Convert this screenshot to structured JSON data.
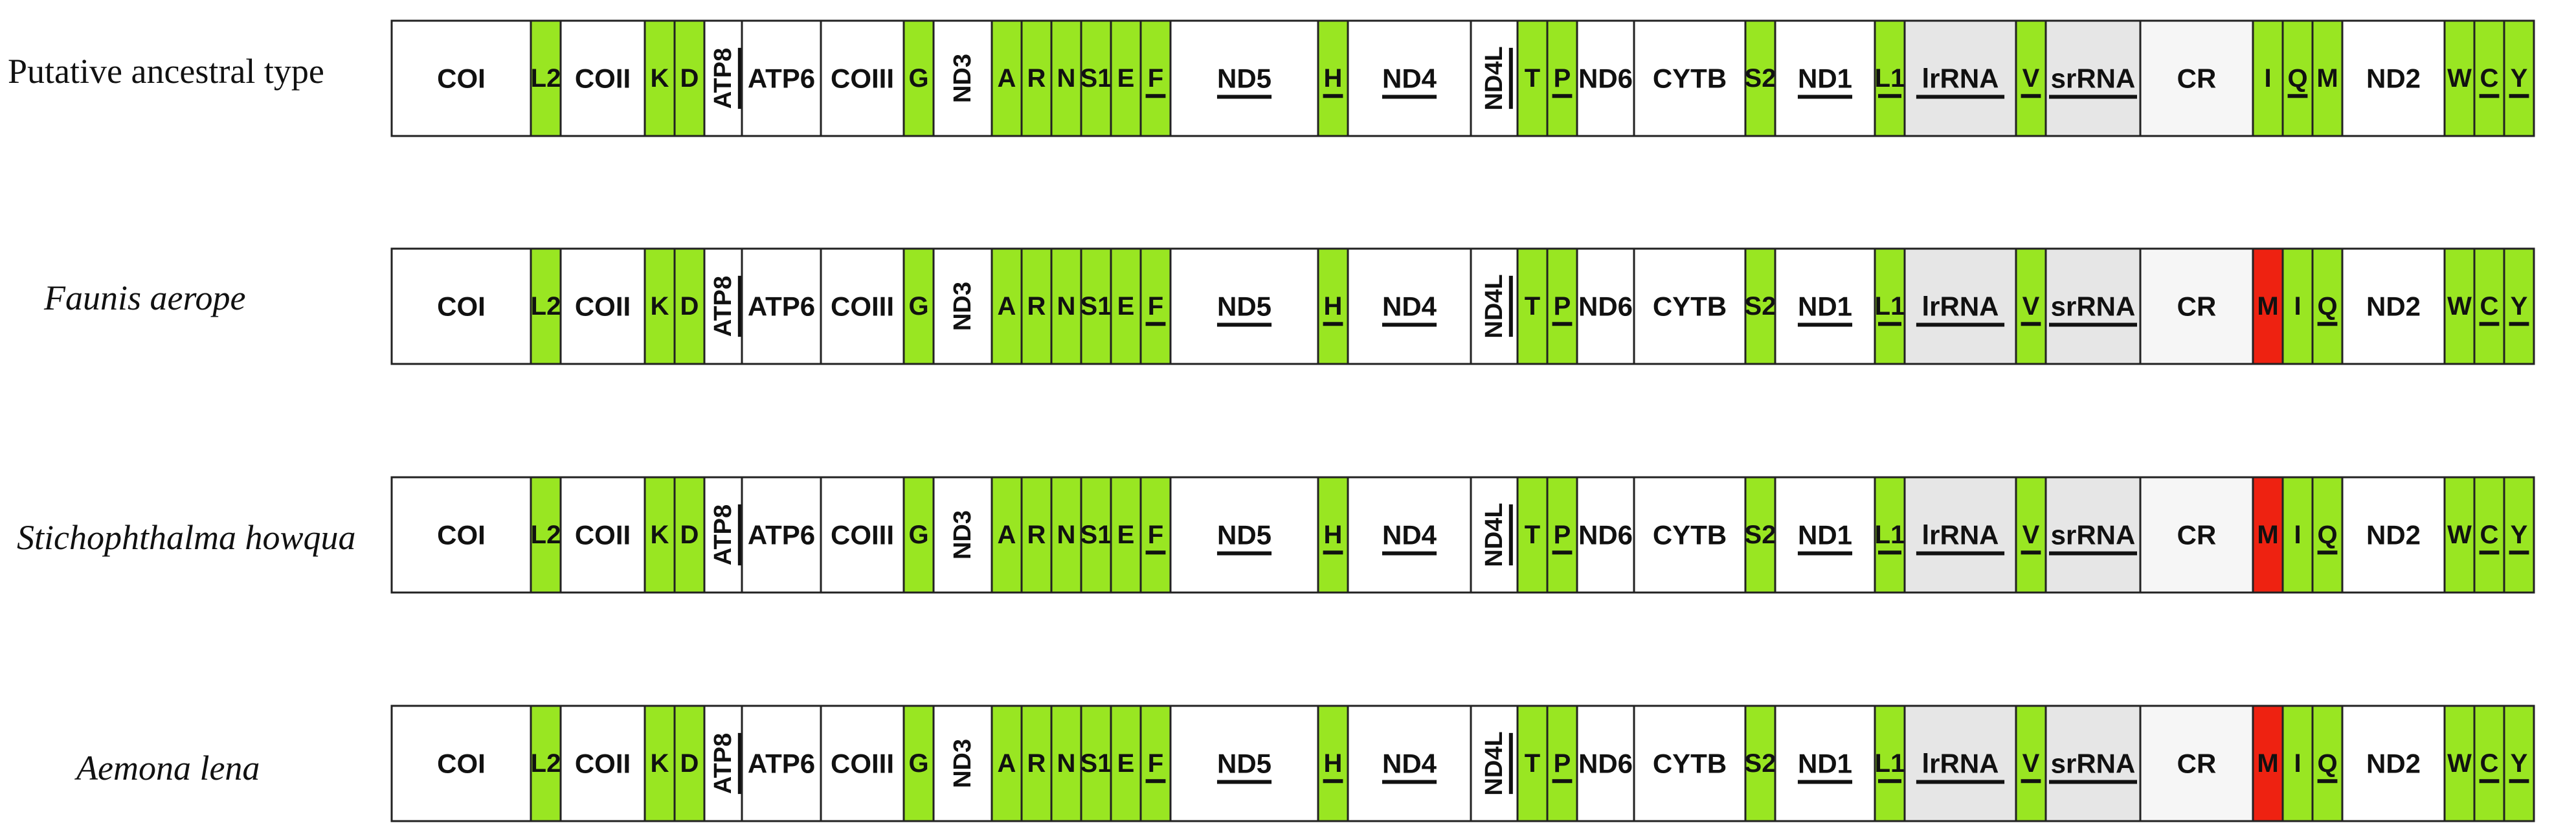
{
  "colors": {
    "trna": "#99e622",
    "rearranged": "#ee2211",
    "protein": "#ffffff",
    "rrna": "#e6e6e6",
    "control_region": "#f6f6f6",
    "border": "#222222",
    "text": "#111111"
  },
  "rows": [
    {
      "label": "Putative ancestral type",
      "italic": false,
      "genes": [
        {
          "name": "COI",
          "type": "protein"
        },
        {
          "name": "L2",
          "type": "trna"
        },
        {
          "name": "COII",
          "type": "protein"
        },
        {
          "name": "K",
          "type": "trna"
        },
        {
          "name": "D",
          "type": "trna"
        },
        {
          "name": "ATP8",
          "type": "protein",
          "vertical": true,
          "underline": true
        },
        {
          "name": "ATP6",
          "type": "protein"
        },
        {
          "name": "COIII",
          "type": "protein"
        },
        {
          "name": "G",
          "type": "trna"
        },
        {
          "name": "ND3",
          "type": "protein",
          "vertical": true
        },
        {
          "name": "A",
          "type": "trna"
        },
        {
          "name": "R",
          "type": "trna"
        },
        {
          "name": "N",
          "type": "trna"
        },
        {
          "name": "S1",
          "type": "trna"
        },
        {
          "name": "E",
          "type": "trna"
        },
        {
          "name": "F",
          "type": "trna",
          "underline": true
        },
        {
          "name": "ND5",
          "type": "protein",
          "underline": true
        },
        {
          "name": "H",
          "type": "trna",
          "underline": true
        },
        {
          "name": "ND4",
          "type": "protein",
          "underline": true
        },
        {
          "name": "ND4L",
          "type": "protein",
          "vertical": true,
          "underline": true
        },
        {
          "name": "T",
          "type": "trna"
        },
        {
          "name": "P",
          "type": "trna",
          "underline": true
        },
        {
          "name": "ND6",
          "type": "protein"
        },
        {
          "name": "CYTB",
          "type": "protein"
        },
        {
          "name": "S2",
          "type": "trna"
        },
        {
          "name": "ND1",
          "type": "protein",
          "underline": true
        },
        {
          "name": "L1",
          "type": "trna",
          "underline": true
        },
        {
          "name": "lrRNA",
          "type": "rrna",
          "underline": true
        },
        {
          "name": "V",
          "type": "trna",
          "underline": true
        },
        {
          "name": "srRNA",
          "type": "rrna",
          "underline": true
        },
        {
          "name": "CR",
          "type": "control"
        },
        {
          "name": "I",
          "type": "trna"
        },
        {
          "name": "Q",
          "type": "trna",
          "underline": true
        },
        {
          "name": "M",
          "type": "trna"
        },
        {
          "name": "ND2",
          "type": "protein"
        },
        {
          "name": "W",
          "type": "trna"
        },
        {
          "name": "C",
          "type": "trna",
          "underline": true
        },
        {
          "name": "Y",
          "type": "trna",
          "underline": true
        }
      ]
    },
    {
      "label": "Faunis aerope",
      "italic": true,
      "genes": [
        {
          "name": "COI",
          "type": "protein"
        },
        {
          "name": "L2",
          "type": "trna"
        },
        {
          "name": "COII",
          "type": "protein"
        },
        {
          "name": "K",
          "type": "trna"
        },
        {
          "name": "D",
          "type": "trna"
        },
        {
          "name": "ATP8",
          "type": "protein",
          "vertical": true,
          "underline": true
        },
        {
          "name": "ATP6",
          "type": "protein"
        },
        {
          "name": "COIII",
          "type": "protein"
        },
        {
          "name": "G",
          "type": "trna"
        },
        {
          "name": "ND3",
          "type": "protein",
          "vertical": true
        },
        {
          "name": "A",
          "type": "trna"
        },
        {
          "name": "R",
          "type": "trna"
        },
        {
          "name": "N",
          "type": "trna"
        },
        {
          "name": "S1",
          "type": "trna"
        },
        {
          "name": "E",
          "type": "trna"
        },
        {
          "name": "F",
          "type": "trna",
          "underline": true
        },
        {
          "name": "ND5",
          "type": "protein",
          "underline": true
        },
        {
          "name": "H",
          "type": "trna",
          "underline": true
        },
        {
          "name": "ND4",
          "type": "protein",
          "underline": true
        },
        {
          "name": "ND4L",
          "type": "protein",
          "vertical": true,
          "underline": true
        },
        {
          "name": "T",
          "type": "trna"
        },
        {
          "name": "P",
          "type": "trna",
          "underline": true
        },
        {
          "name": "ND6",
          "type": "protein"
        },
        {
          "name": "CYTB",
          "type": "protein"
        },
        {
          "name": "S2",
          "type": "trna"
        },
        {
          "name": "ND1",
          "type": "protein",
          "underline": true
        },
        {
          "name": "L1",
          "type": "trna",
          "underline": true
        },
        {
          "name": "lrRNA",
          "type": "rrna",
          "underline": true
        },
        {
          "name": "V",
          "type": "trna",
          "underline": true
        },
        {
          "name": "srRNA",
          "type": "rrna",
          "underline": true
        },
        {
          "name": "CR",
          "type": "control"
        },
        {
          "name": "M",
          "type": "rearranged"
        },
        {
          "name": "I",
          "type": "trna"
        },
        {
          "name": "Q",
          "type": "trna",
          "underline": true
        },
        {
          "name": "ND2",
          "type": "protein"
        },
        {
          "name": "W",
          "type": "trna"
        },
        {
          "name": "C",
          "type": "trna",
          "underline": true
        },
        {
          "name": "Y",
          "type": "trna",
          "underline": true
        }
      ]
    },
    {
      "label": "Stichophthalma howqua",
      "italic": true,
      "genes": [
        {
          "name": "COI",
          "type": "protein"
        },
        {
          "name": "L2",
          "type": "trna"
        },
        {
          "name": "COII",
          "type": "protein"
        },
        {
          "name": "K",
          "type": "trna"
        },
        {
          "name": "D",
          "type": "trna"
        },
        {
          "name": "ATP8",
          "type": "protein",
          "vertical": true,
          "underline": true
        },
        {
          "name": "ATP6",
          "type": "protein"
        },
        {
          "name": "COIII",
          "type": "protein"
        },
        {
          "name": "G",
          "type": "trna"
        },
        {
          "name": "ND3",
          "type": "protein",
          "vertical": true
        },
        {
          "name": "A",
          "type": "trna"
        },
        {
          "name": "R",
          "type": "trna"
        },
        {
          "name": "N",
          "type": "trna"
        },
        {
          "name": "S1",
          "type": "trna"
        },
        {
          "name": "E",
          "type": "trna"
        },
        {
          "name": "F",
          "type": "trna",
          "underline": true
        },
        {
          "name": "ND5",
          "type": "protein",
          "underline": true
        },
        {
          "name": "H",
          "type": "trna",
          "underline": true
        },
        {
          "name": "ND4",
          "type": "protein",
          "underline": true
        },
        {
          "name": "ND4L",
          "type": "protein",
          "vertical": true,
          "underline": true
        },
        {
          "name": "T",
          "type": "trna"
        },
        {
          "name": "P",
          "type": "trna",
          "underline": true
        },
        {
          "name": "ND6",
          "type": "protein"
        },
        {
          "name": "CYTB",
          "type": "protein"
        },
        {
          "name": "S2",
          "type": "trna"
        },
        {
          "name": "ND1",
          "type": "protein",
          "underline": true
        },
        {
          "name": "L1",
          "type": "trna",
          "underline": true
        },
        {
          "name": "lrRNA",
          "type": "rrna",
          "underline": true
        },
        {
          "name": "V",
          "type": "trna",
          "underline": true
        },
        {
          "name": "srRNA",
          "type": "rrna",
          "underline": true
        },
        {
          "name": "CR",
          "type": "control"
        },
        {
          "name": "M",
          "type": "rearranged"
        },
        {
          "name": "I",
          "type": "trna"
        },
        {
          "name": "Q",
          "type": "trna",
          "underline": true
        },
        {
          "name": "ND2",
          "type": "protein"
        },
        {
          "name": "W",
          "type": "trna"
        },
        {
          "name": "C",
          "type": "trna",
          "underline": true
        },
        {
          "name": "Y",
          "type": "trna",
          "underline": true
        }
      ]
    },
    {
      "label": "Aemona lena",
      "italic": true,
      "genes": [
        {
          "name": "COI",
          "type": "protein"
        },
        {
          "name": "L2",
          "type": "trna"
        },
        {
          "name": "COII",
          "type": "protein"
        },
        {
          "name": "K",
          "type": "trna"
        },
        {
          "name": "D",
          "type": "trna"
        },
        {
          "name": "ATP8",
          "type": "protein",
          "vertical": true,
          "underline": true
        },
        {
          "name": "ATP6",
          "type": "protein"
        },
        {
          "name": "COIII",
          "type": "protein"
        },
        {
          "name": "G",
          "type": "trna"
        },
        {
          "name": "ND3",
          "type": "protein",
          "vertical": true
        },
        {
          "name": "A",
          "type": "trna"
        },
        {
          "name": "R",
          "type": "trna"
        },
        {
          "name": "N",
          "type": "trna"
        },
        {
          "name": "S1",
          "type": "trna"
        },
        {
          "name": "E",
          "type": "trna"
        },
        {
          "name": "F",
          "type": "trna",
          "underline": true
        },
        {
          "name": "ND5",
          "type": "protein",
          "underline": true
        },
        {
          "name": "H",
          "type": "trna",
          "underline": true
        },
        {
          "name": "ND4",
          "type": "protein",
          "underline": true
        },
        {
          "name": "ND4L",
          "type": "protein",
          "vertical": true,
          "underline": true
        },
        {
          "name": "T",
          "type": "trna"
        },
        {
          "name": "P",
          "type": "trna",
          "underline": true
        },
        {
          "name": "ND6",
          "type": "protein"
        },
        {
          "name": "CYTB",
          "type": "protein"
        },
        {
          "name": "S2",
          "type": "trna"
        },
        {
          "name": "ND1",
          "type": "protein",
          "underline": true
        },
        {
          "name": "L1",
          "type": "trna",
          "underline": true
        },
        {
          "name": "lrRNA",
          "type": "rrna",
          "underline": true
        },
        {
          "name": "V",
          "type": "trna",
          "underline": true
        },
        {
          "name": "srRNA",
          "type": "rrna",
          "underline": true
        },
        {
          "name": "CR",
          "type": "control"
        },
        {
          "name": "M",
          "type": "rearranged"
        },
        {
          "name": "I",
          "type": "trna"
        },
        {
          "name": "Q",
          "type": "trna",
          "underline": true
        },
        {
          "name": "ND2",
          "type": "protein"
        },
        {
          "name": "W",
          "type": "trna"
        },
        {
          "name": "C",
          "type": "trna",
          "underline": true
        },
        {
          "name": "Y",
          "type": "trna",
          "underline": true
        }
      ]
    }
  ]
}
